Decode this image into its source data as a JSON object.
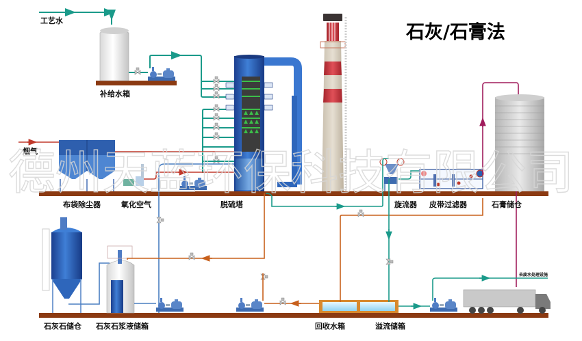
{
  "title": "石灰/石膏法",
  "watermark": "德州天蓝环保科技有限公司",
  "inputs": {
    "process_water": "工艺水",
    "flue_gas": "烟气"
  },
  "equipment_labels": {
    "makeup_water_tank": "补给水箱",
    "bag_filter": "布袋除尘器",
    "oxidation_air": "氧化空气",
    "absorber_tower": "脱硫塔",
    "hydrocyclone": "旋流器",
    "belt_filter": "皮带过滤器",
    "gypsum_silo": "石膏储仓",
    "limestone_silo": "石灰石储仓",
    "slurry_tank": "石灰石浆液储箱",
    "recovery_tank": "回收水箱",
    "overflow_tank": "溢流储箱",
    "to_wastewater": "去废水处理设施"
  },
  "colors": {
    "process_water_pipe": "#1a9a8a",
    "slurry_pipe": "#c8601c",
    "flue_gas_pipe": "#c0392b",
    "air_pipe": "#4a7fc1",
    "gypsum_pipe": "#a01c5c",
    "platform": "#8b3a12",
    "tower_blue": "#1f4fa8",
    "stack_red": "#c8323a",
    "stack_body": "#d8cfc0"
  }
}
